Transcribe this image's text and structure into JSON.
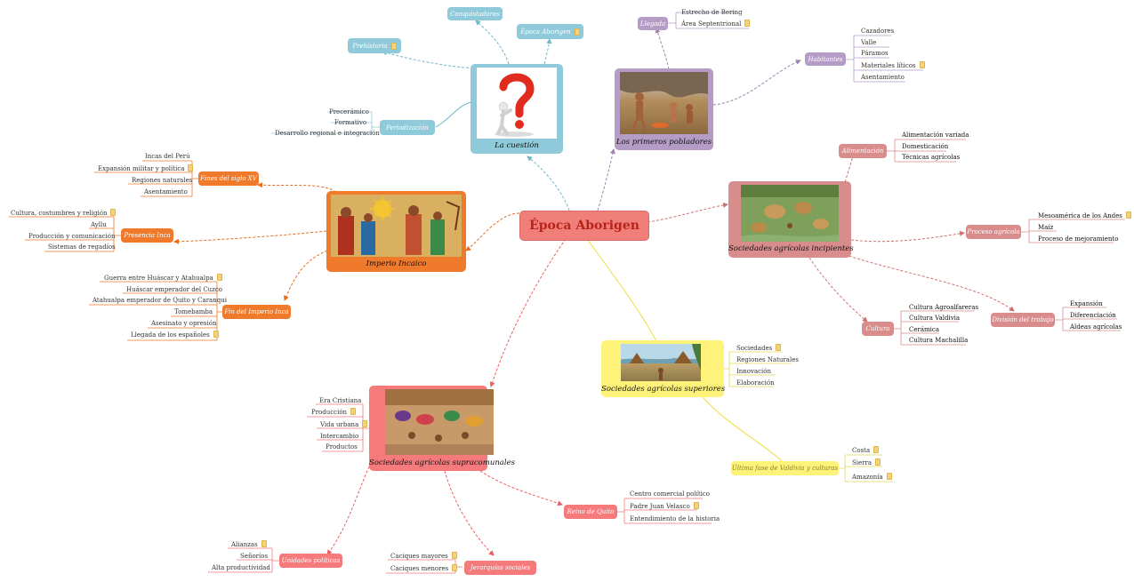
{
  "central": {
    "label": "Época Aborigen"
  },
  "cuestion": {
    "label": "La cuestión",
    "conquistadores": "Conquistadores",
    "epoca": "Época Aborigen",
    "prehistoria": "Prehistoria",
    "periodizacion": "Periodización",
    "periodizacion_items": [
      "Precerámico",
      "Formativo",
      "Desarrollo regional e integración"
    ]
  },
  "pobladores": {
    "label": "Los primeros pobladores",
    "llegada": "Llegada",
    "llegada_items": [
      "Estrecho de Bering",
      "Área Septentrional"
    ],
    "habitantes": "Habitantes",
    "habitantes_items": [
      "Cazadores",
      "Valle",
      "Páramos",
      "Materiales líticos",
      "Asentamiento"
    ]
  },
  "incipientes": {
    "label": "Sociedades agrícolas incipientes",
    "alimentacion": "Alimentación",
    "alimentacion_items": [
      "Alimentación variada",
      "Domesticación",
      "Técnicas agrícolas"
    ],
    "proceso": "Proceso agrícola",
    "proceso_items": [
      "Mesoamérica de los Andes",
      "Maíz",
      "Proceso de mejoramiento"
    ],
    "cultura": "Cultura",
    "cultura_items": [
      "Cultura Agroalfareras",
      "Cultura Valdivia",
      "Cerámica",
      "Cultura Machalilla"
    ],
    "division": "División del trabajo",
    "division_items": [
      "Expansión",
      "Diferenciación",
      "Aldeas agrícolas"
    ]
  },
  "superiores": {
    "label": "Sociedades agrícolas superiores",
    "items": [
      "Sociedades",
      "Regiones Naturales",
      "Innovación",
      "Elaboración"
    ],
    "ultima": "Última fase de Valdivia y culturas",
    "ultima_items": [
      "Costa",
      "Sierra",
      "Amazonía"
    ]
  },
  "supracomunales": {
    "label": "Sociedades agrícolas supracomunales",
    "items": [
      "Era Cristiana",
      "Producción",
      "Vida urbana",
      "Intercambio",
      "Productos"
    ],
    "reino": "Reino de Quito",
    "reino_items": [
      "Centro comercial político",
      "Padre Juan Velasco",
      "Entendimiento de la historia"
    ],
    "jerarquias": "Jerarquías sociales",
    "jerarquias_items": [
      "Caciques mayores",
      "Caciques menores"
    ],
    "unidades": "Unidades políticas",
    "unidades_items": [
      "Alianzas",
      "Señoríos",
      "Alta productividad"
    ]
  },
  "incaico": {
    "label": "Imperio Incaico",
    "fines": "Fines del siglo XV",
    "fines_items": [
      "Incas del Perú",
      "Expansión militar y política",
      "Regiones naturales",
      "Asentamiento"
    ],
    "presencia": "Presencia Inca",
    "presencia_items": [
      "Cultura, costumbres y religión",
      "Ayllu",
      "Producción y comunicación",
      "Sistemas de regadíos"
    ],
    "fin": "Fin del Imperio Inca",
    "fin_items": [
      "Guerra entre Huáscar y Atahualpa",
      "Huáscar emperador del Cuzco",
      "Atahualpa emperador de Quito y Caranqui",
      "Tomebamba",
      "Asesinato y opresión",
      "Llegada de los españoles"
    ]
  },
  "colors": {
    "cuestion": "#8ecad9",
    "pobladores": "#b49cc6",
    "incipientes": "#d98c8c",
    "superiores": "#fff27a",
    "supracomunales": "#f47a7c",
    "incaico": "#f07a2c",
    "central": "#ef7f78"
  }
}
